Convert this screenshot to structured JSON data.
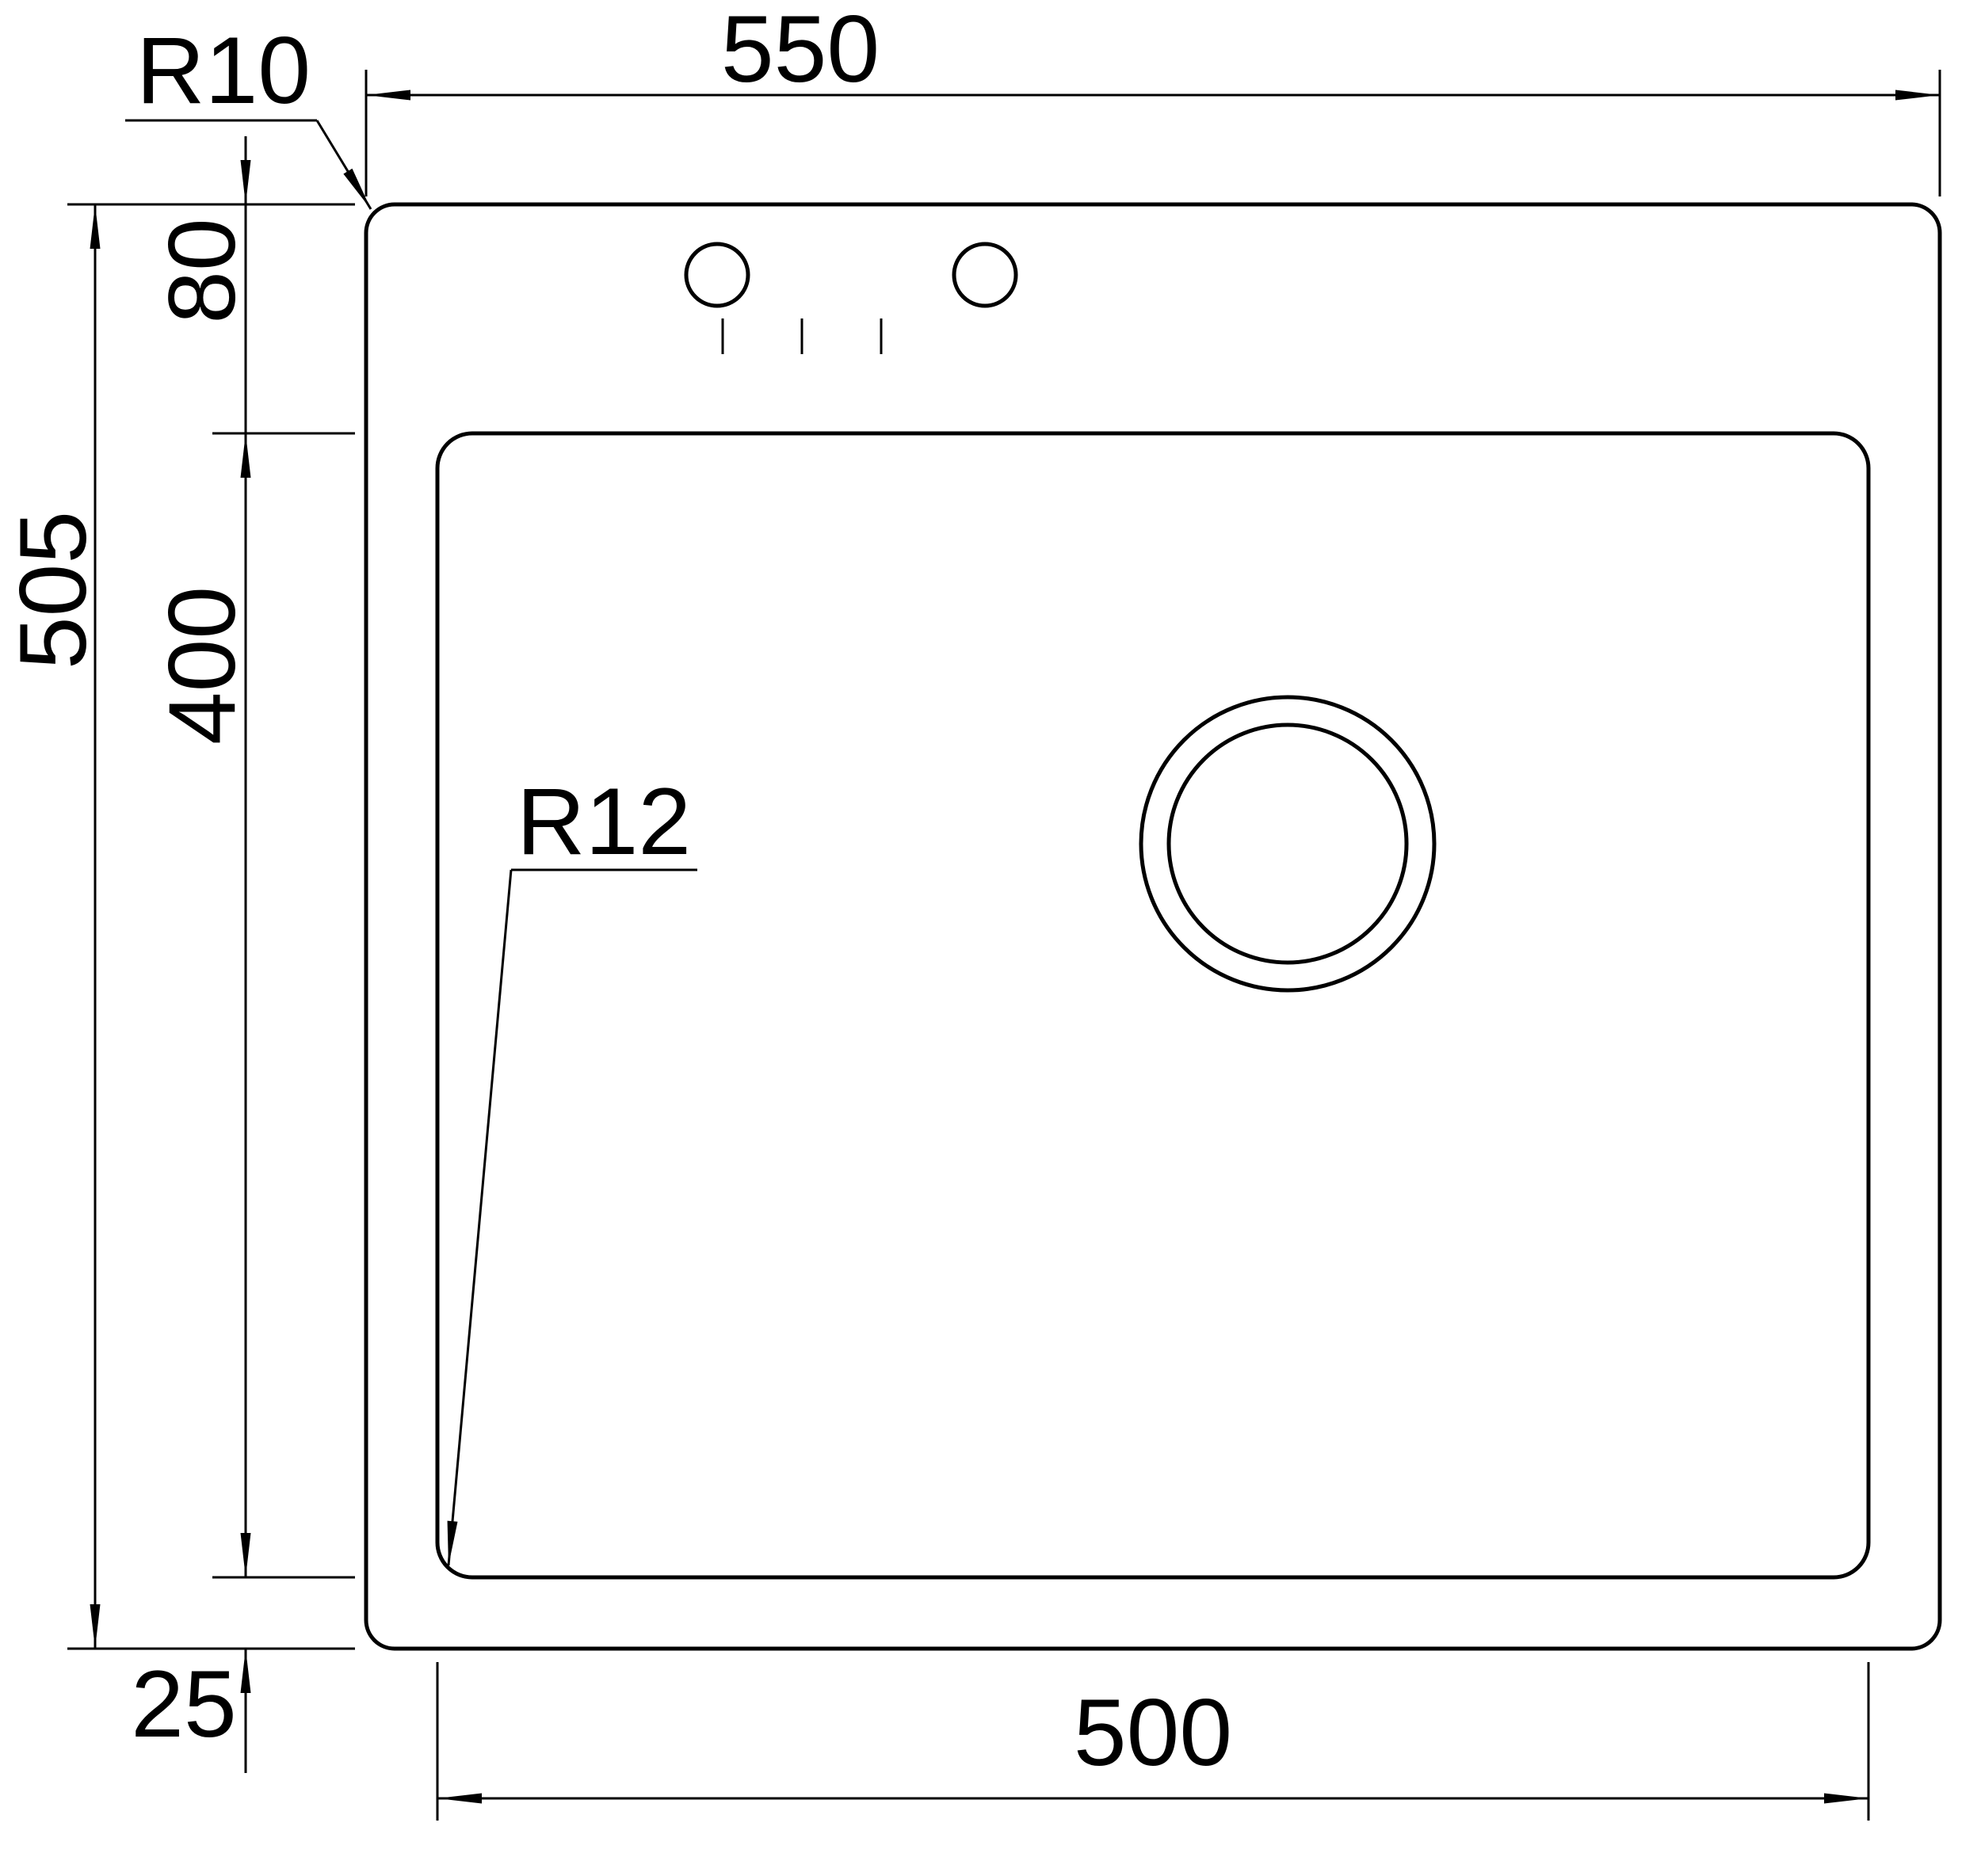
{
  "drawing": {
    "kind": "technical-dimension-drawing",
    "subject": "inset-sink-top-view",
    "labels": {
      "overall_width": "550",
      "overall_height": "505",
      "rim_top_offset": "80",
      "bowl_height": "400",
      "bowl_bottom_offset": "25",
      "bowl_width": "500",
      "outer_corner_radius": "R10",
      "bowl_corner_radius": "R12"
    },
    "colors": {
      "line": "#000000",
      "background": "#ffffff"
    }
  }
}
